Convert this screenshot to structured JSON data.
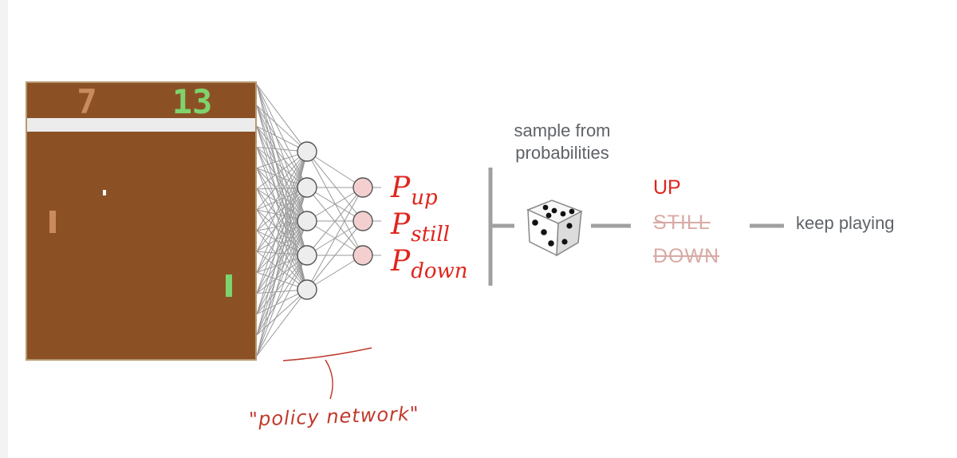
{
  "game": {
    "score_left": "7",
    "score_right": "13",
    "background_color": "#8b5125",
    "score_left_color": "#c98a5d",
    "score_right_color": "#7ed36c",
    "wall_color": "#ececec",
    "left_paddle_color": "#c98a5d",
    "right_paddle_color": "#7ed36c",
    "ball_color": "#ffffff"
  },
  "network": {
    "line_color": "#9a9a9a",
    "hidden_node_fill": "#ededed",
    "output_node_fill": "#f3d0cf"
  },
  "probabilities": [
    {
      "symbol": "P",
      "subscript": "up"
    },
    {
      "symbol": "P",
      "subscript": "still"
    },
    {
      "symbol": "P",
      "subscript": "down"
    }
  ],
  "sample_label": "sample from probabilities",
  "actions": {
    "up": "UP",
    "still": "STILL",
    "down": "DOWN"
  },
  "keep_label": "keep playing",
  "policy_label": "\"policy network\"",
  "colors": {
    "accent_red": "#e0241d",
    "struck_out": "#d8aaa6",
    "connector_gray": "#a0a0a0"
  }
}
